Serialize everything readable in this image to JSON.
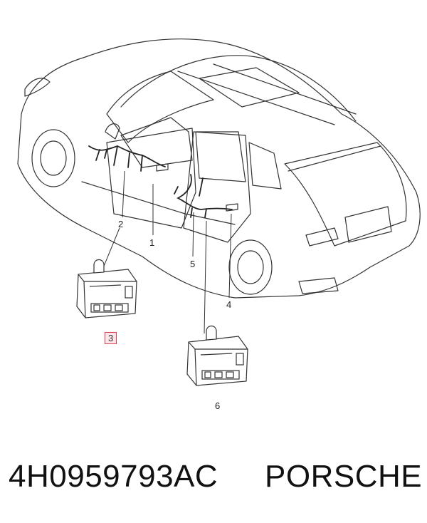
{
  "diagram": {
    "callouts": [
      {
        "id": "c1",
        "label": "1"
      },
      {
        "id": "c2",
        "label": "2"
      },
      {
        "id": "c3",
        "label": "3",
        "highlighted": true
      },
      {
        "id": "c4",
        "label": "4"
      },
      {
        "id": "c5",
        "label": "5"
      },
      {
        "id": "c6",
        "label": "6"
      }
    ],
    "highlight_color": "#e03c50",
    "line_color": "#333333"
  },
  "footer": {
    "part_number": "4H0959793AC",
    "brand": "PORSCHE"
  }
}
